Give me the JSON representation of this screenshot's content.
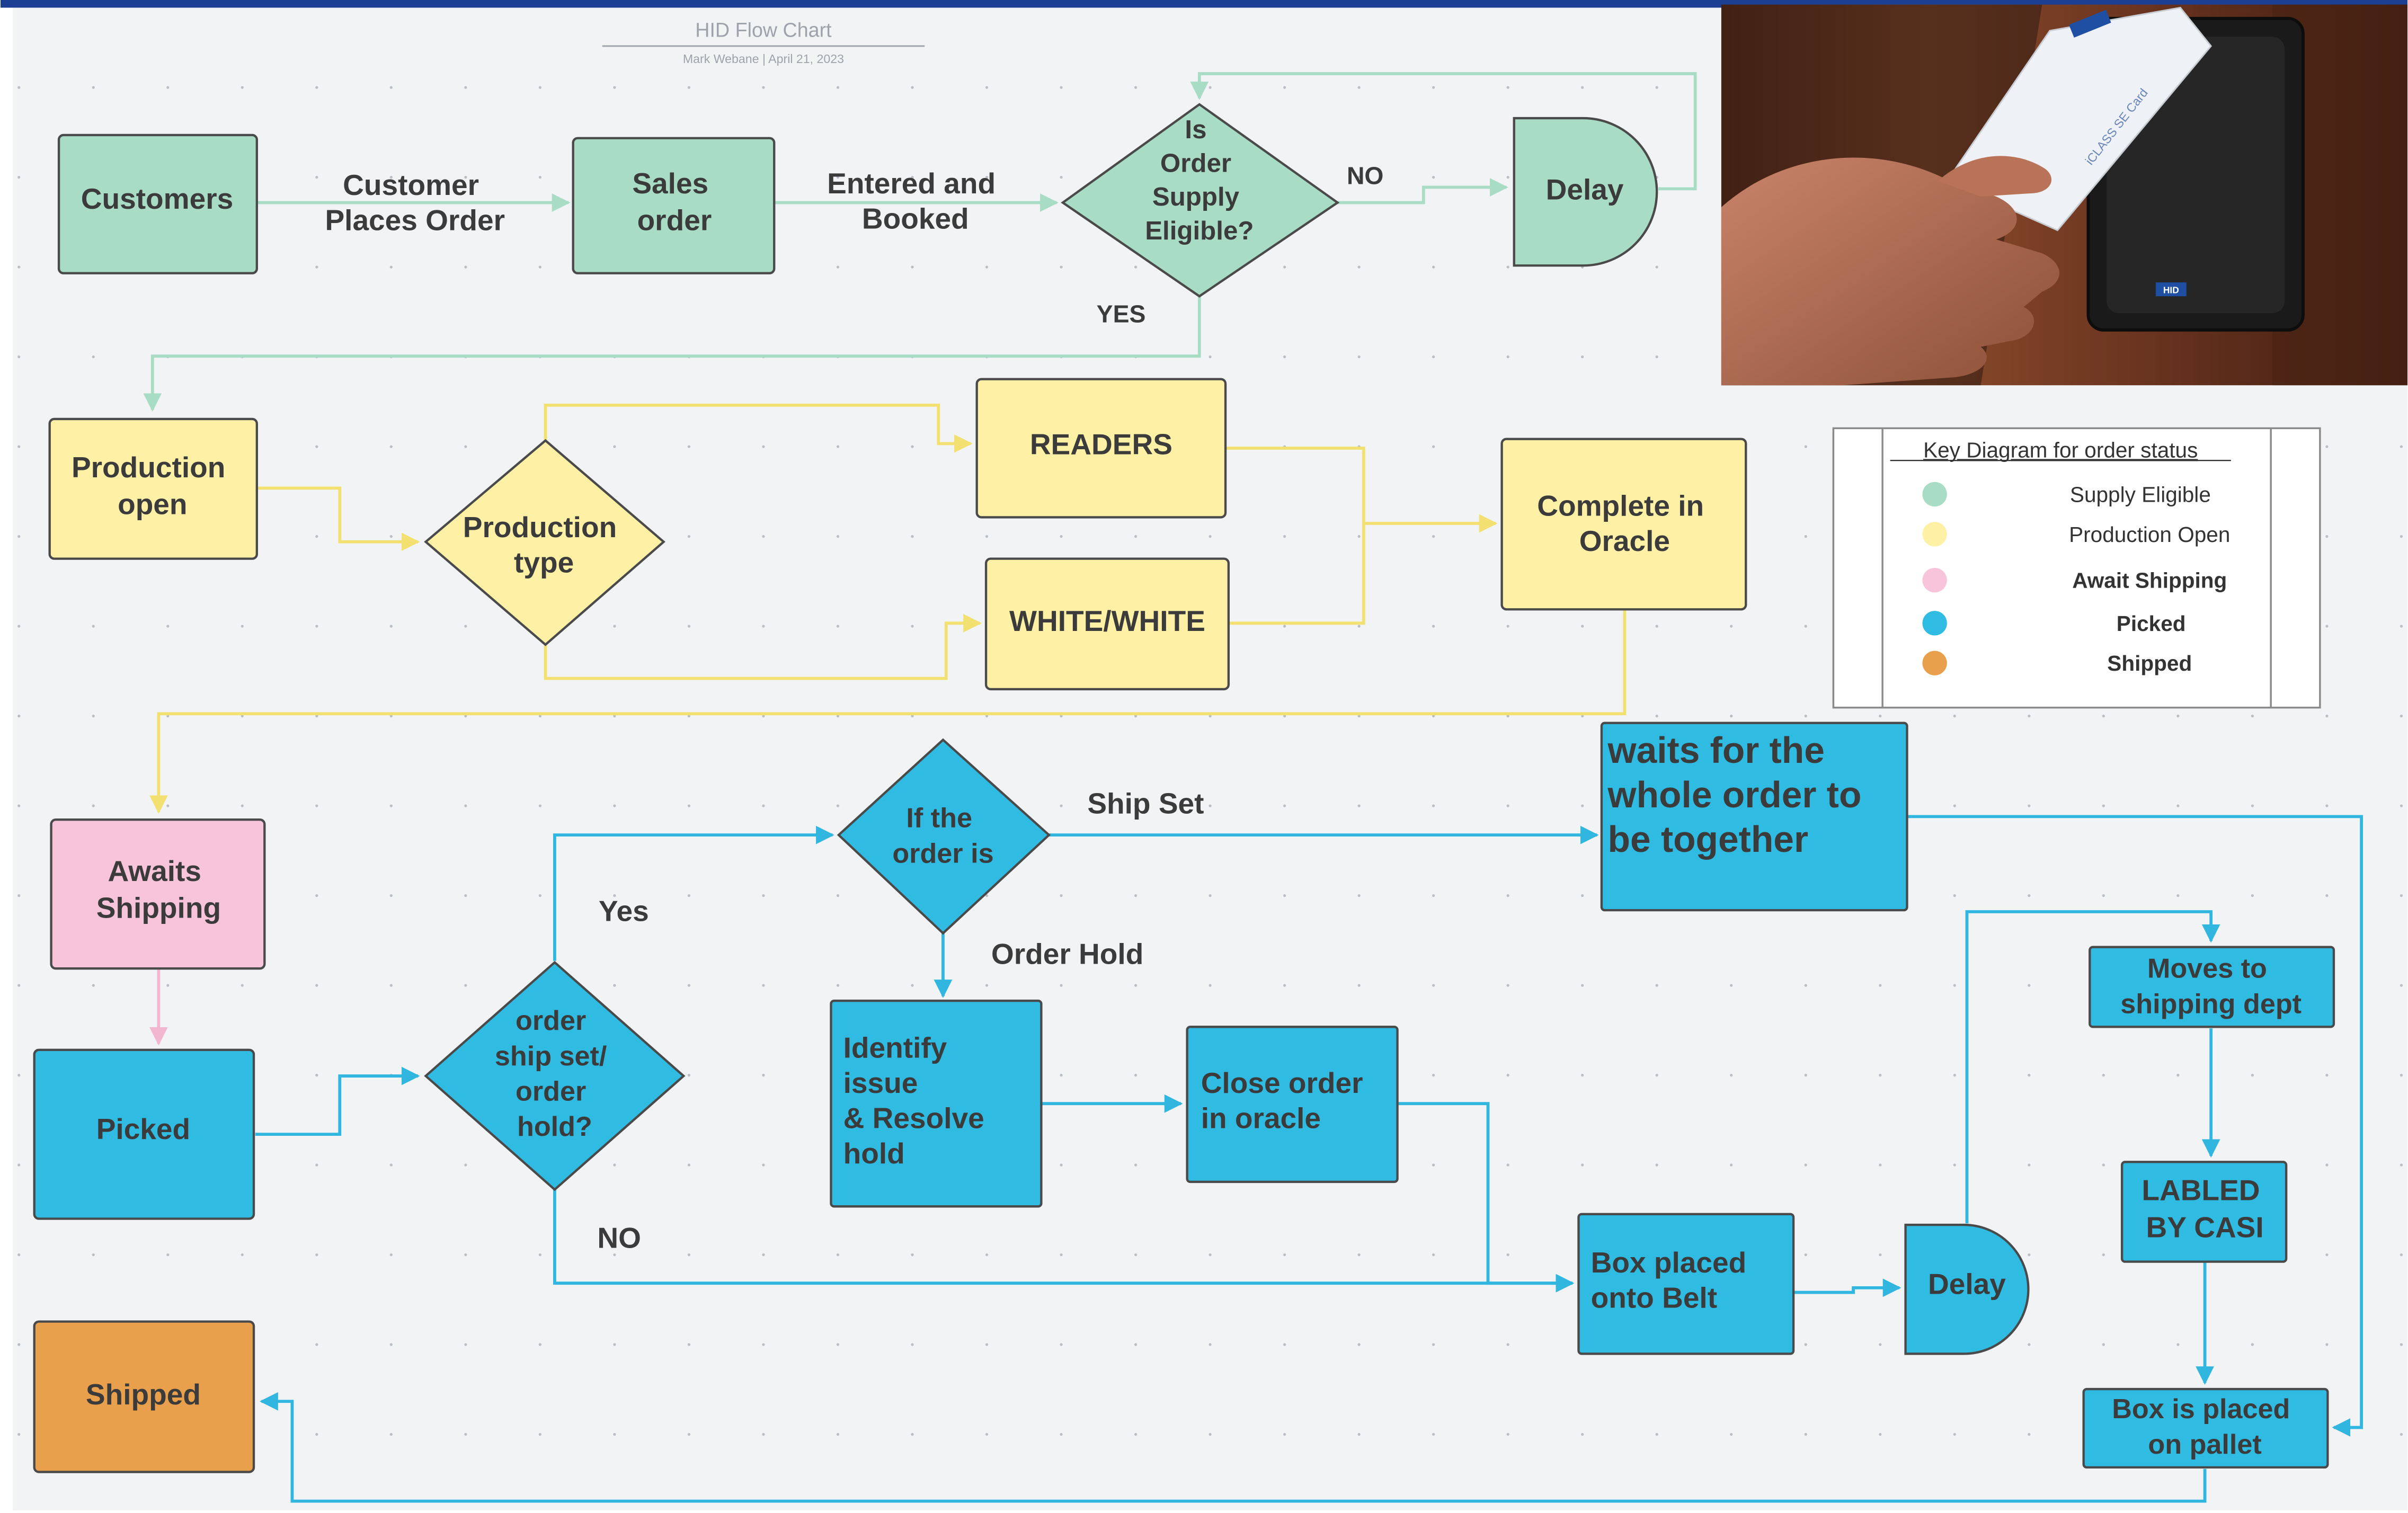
{
  "header": {
    "title": "HID Flow Chart",
    "subtitle": "Mark Webane  |  April 21, 2023"
  },
  "colors": {
    "green": "#a8dcc5",
    "yellow": "#fef0a5",
    "pink": "#f7c4da",
    "blue": "#2fbbe2",
    "orange": "#e8a04c",
    "green_line": "#a8dcc5",
    "yellow_line": "#f2e070",
    "pink_line": "#f3b6cf",
    "blue_line": "#31b6e0",
    "canvas": "#f2f3f5",
    "top_bar": "#1c3f94"
  },
  "nodes": {
    "customers": "Customers",
    "sales_order": [
      "Sales",
      "order"
    ],
    "order_supply_eligible": [
      "Is",
      "Order",
      "Supply",
      "Eligible?"
    ],
    "delay_top": "Delay",
    "production_open": [
      "Production",
      "open"
    ],
    "production_type": [
      "Production",
      "type"
    ],
    "readers": "READERS",
    "white_white": "WHITE/WHITE",
    "complete_in_oracle": [
      "Complete in",
      "Oracle"
    ],
    "awaits_shipping": [
      "Awaits",
      "Shipping"
    ],
    "picked": "Picked",
    "shipped": "Shipped",
    "ship_set_or_hold": [
      "order",
      "ship set/",
      "order",
      "hold?"
    ],
    "if_the_order_is": [
      "If the",
      "order is"
    ],
    "waits_for_whole_order": [
      "waits for the",
      "whole order to",
      "be together"
    ],
    "identify_issue": [
      "Identify",
      "issue",
      "& Resolve",
      "hold"
    ],
    "close_order_oracle": [
      "Close order",
      "in oracle"
    ],
    "box_onto_belt": [
      "Box placed",
      "onto Belt"
    ],
    "delay_bottom": "Delay",
    "moves_to_shipping": [
      "Moves to",
      "shipping dept"
    ],
    "labled_by_casi": [
      "LABLED",
      "BY CASI"
    ],
    "box_on_pallet": [
      "Box is placed",
      "on pallet"
    ]
  },
  "edge_labels": {
    "customer_places_order": [
      "Customer",
      "Places Order"
    ],
    "entered_and_booked": [
      "Entered and",
      "Booked"
    ],
    "no_top": "NO",
    "yes_top": "YES",
    "ship_set": "Ship Set",
    "order_hold": "Order Hold",
    "yes_bottom": "Yes",
    "no_bottom": "NO"
  },
  "legend": {
    "title": "Key Diagram for order status",
    "items": [
      {
        "label": "Supply Eligible",
        "color": "#a8dcc5"
      },
      {
        "label": "Production Open",
        "color": "#fef0a5"
      },
      {
        "label": "Await Shipping",
        "color": "#f7c4da"
      },
      {
        "label": "Picked",
        "color": "#2fbbe2"
      },
      {
        "label": "Shipped",
        "color": "#e8a04c"
      }
    ]
  },
  "photo": {
    "card_text": "iCLASS SE Card",
    "reader_logo": "HID"
  }
}
